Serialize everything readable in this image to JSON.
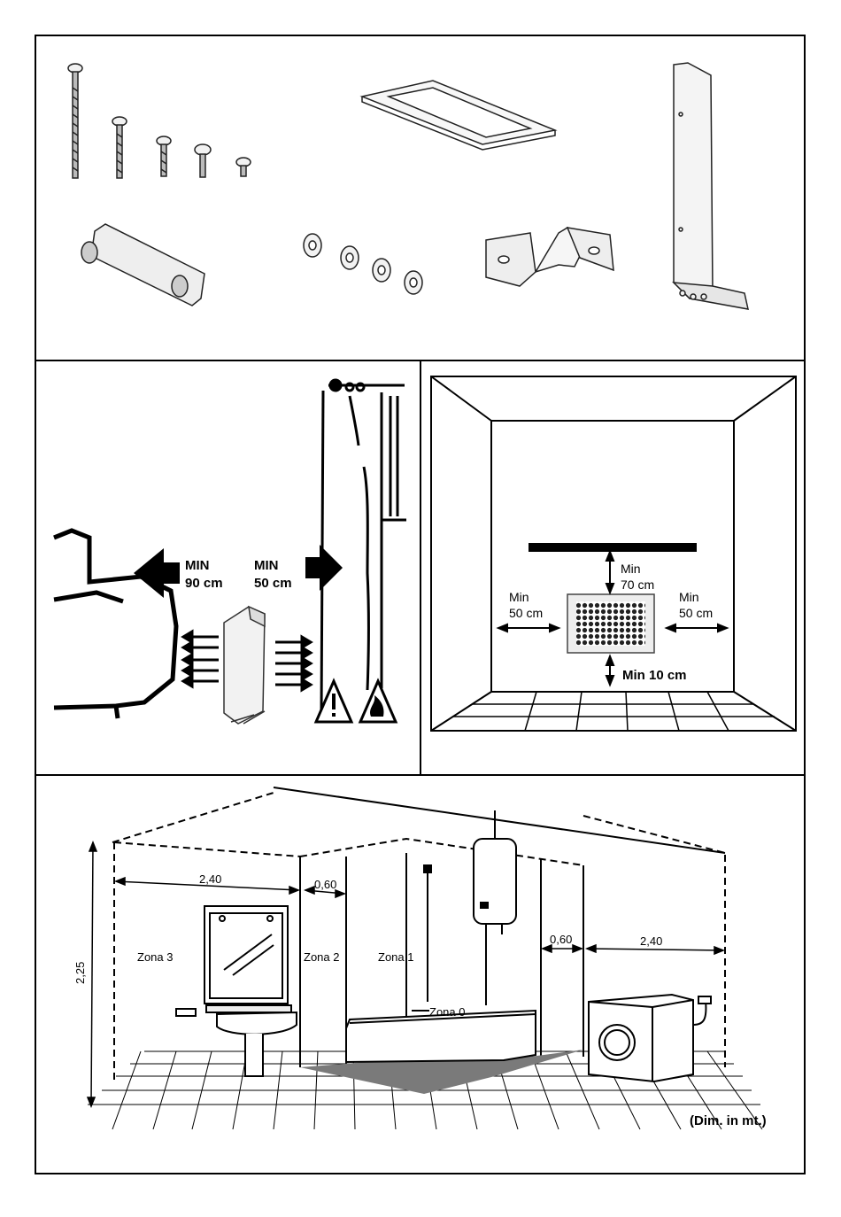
{
  "clearance_diagram": {
    "left_label_top": "MIN",
    "left_label_bottom": "90 cm",
    "right_label_top": "MIN",
    "right_label_bottom": "50 cm"
  },
  "wall_diagram": {
    "top_min": "Min",
    "top_value": "70 cm",
    "left_min": "Min",
    "left_value": "50 cm",
    "right_min": "Min",
    "right_value": "50 cm",
    "bottom_text": "Min 10 cm"
  },
  "bathroom_diagram": {
    "dim_left_width": "2,40",
    "dim_left_gap": "0,60",
    "dim_right_gap": "0,60",
    "dim_right_width": "2,40",
    "dim_height": "2,25",
    "zone3": "Zona 3",
    "zone2": "Zona 2",
    "zone1": "Zona 1",
    "zone0": "Zona 0",
    "units_note": "(Dim. in mt.)"
  },
  "icons": [
    "screw-icon",
    "bracket-icon",
    "spacer-icon",
    "warning-icon",
    "fire-warning-icon"
  ],
  "colors": {
    "line": "#000000",
    "floor_zone": "#7a7a7a",
    "background": "#ffffff"
  }
}
